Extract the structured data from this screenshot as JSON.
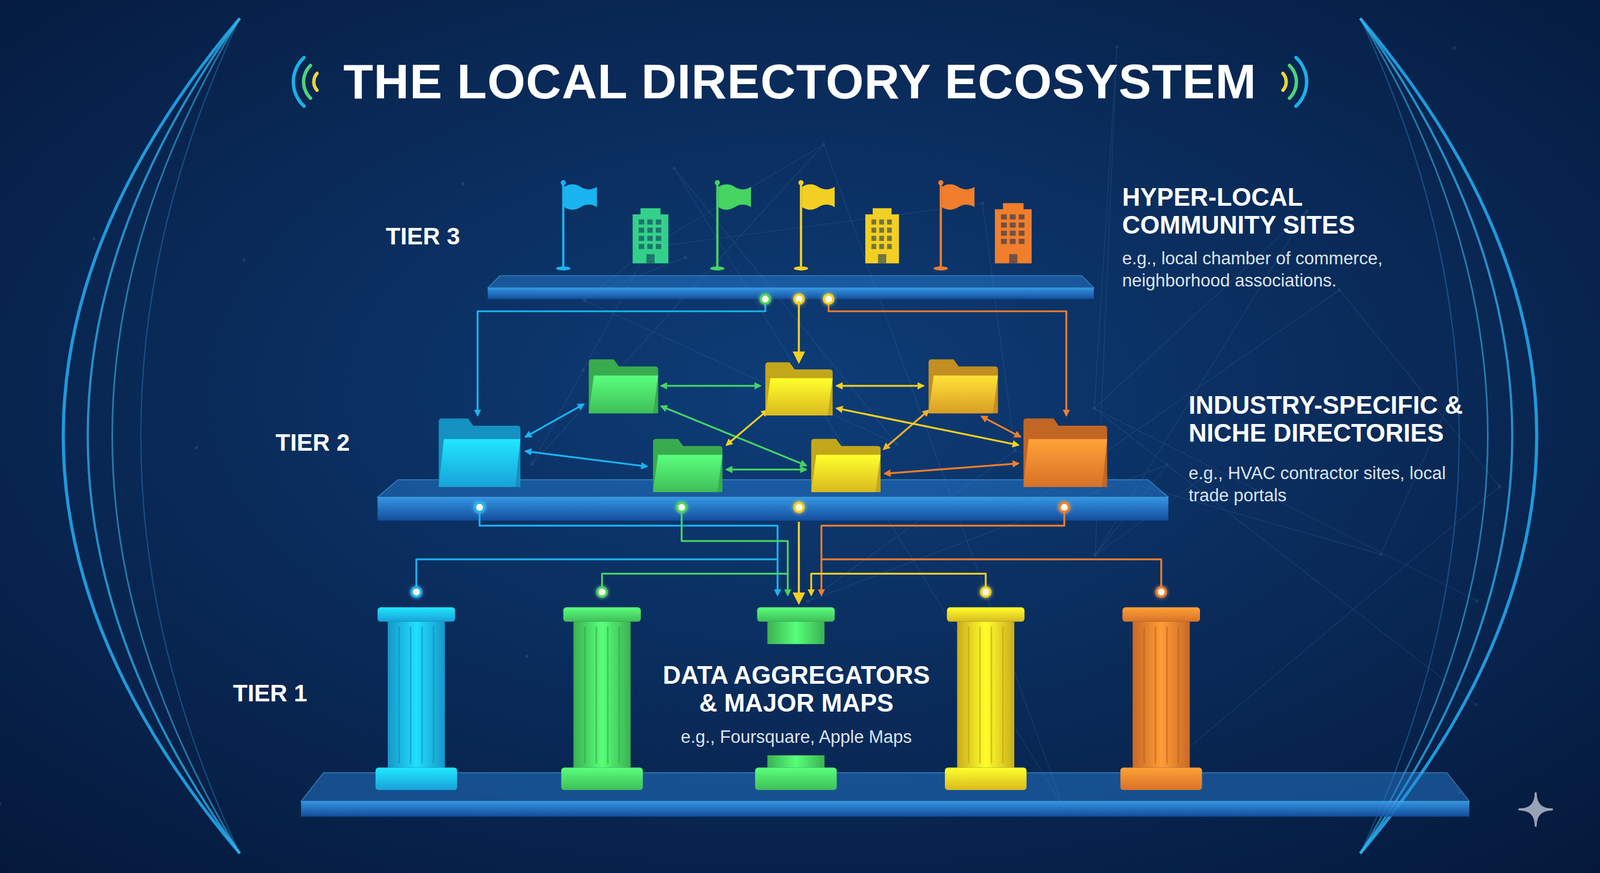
{
  "diagram": {
    "title": "THE LOCAL DIRECTORY ECOSYSTEM",
    "nodes": [
      {
        "text": [
          "TIER 3",
          "HYPER-LOCAL COMMUNITY SITES",
          "e.g., local chamber of commerce, neighborhood associations."
        ]
      },
      {
        "text": [
          "TIER 2",
          "INDUSTRY-SPECIFIC & NICHE DIRECTORIES",
          "e.g., HVAC contractor sites, local trade portals"
        ]
      },
      {
        "text": [
          "TIER 1",
          "DATA AGGREGATORS & MAJOR MAPS",
          "e.g., Foursquare, Apple Maps"
        ]
      }
    ],
    "edges": [
      {
        "from": 0,
        "to": 1,
        "arrow": "to"
      },
      {
        "from": 1,
        "to": 2,
        "arrow": "to"
      }
    ]
  }
}
